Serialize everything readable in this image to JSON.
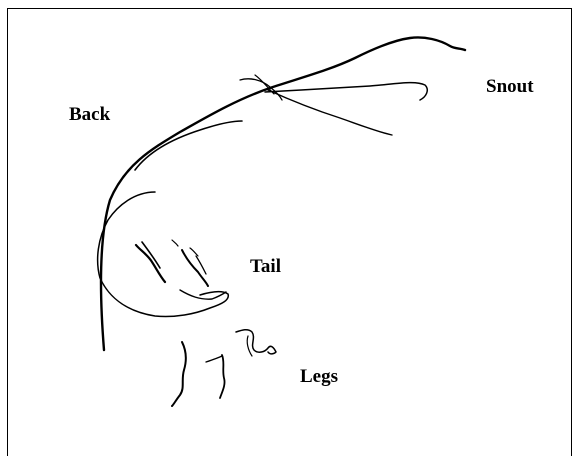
{
  "labels": {
    "back": "Back",
    "snout": "Snout",
    "tail": "Tail",
    "legs": "Legs"
  },
  "colors": {
    "ink": "#000000",
    "background": "#ffffff"
  }
}
